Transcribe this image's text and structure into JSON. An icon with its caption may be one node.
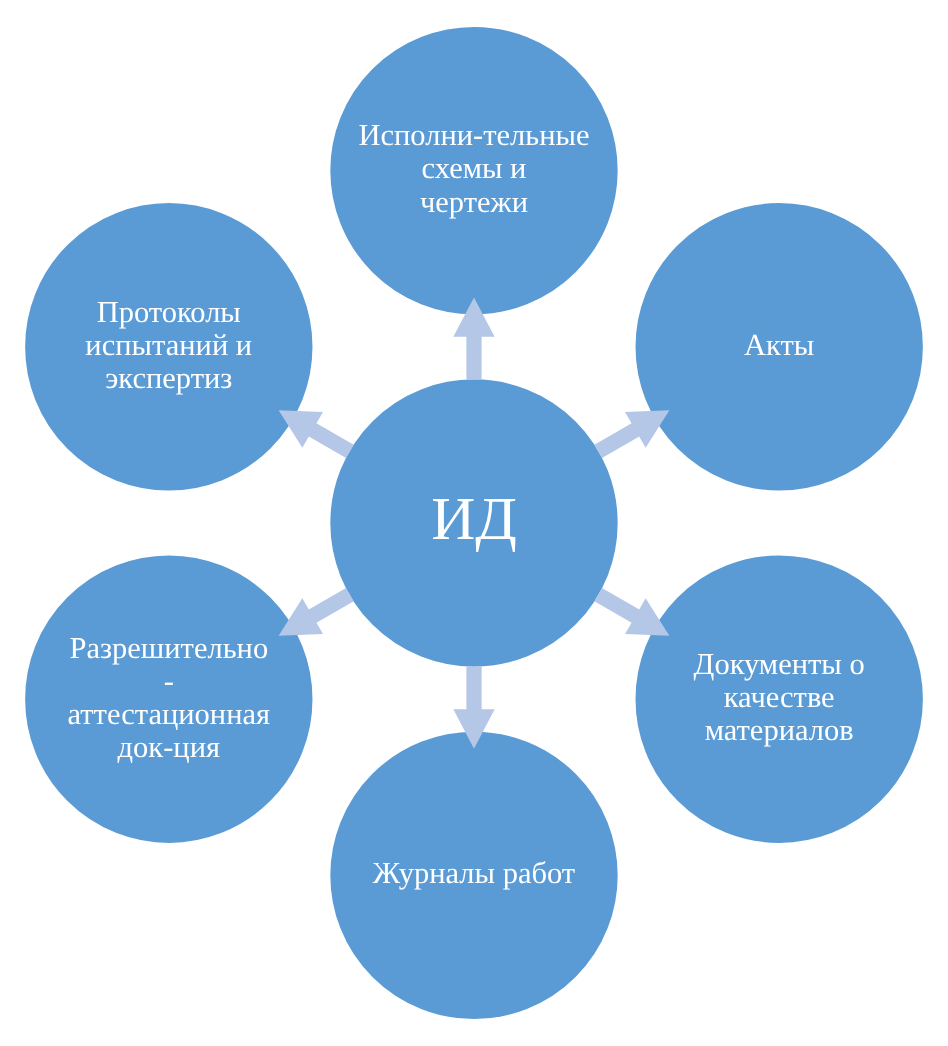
{
  "diagram": {
    "nodes": [
      {
        "text": [
          "ИД"
        ]
      },
      {
        "text": [
          "Акты"
        ]
      },
      {
        "text": [
          "Исполни-тельные схемы и чертежи"
        ]
      },
      {
        "text": [
          "Протоколы испытаний и экспертиз"
        ]
      },
      {
        "text": [
          "Разрешительно - аттестационная док-ция"
        ]
      },
      {
        "text": [
          "Журналы работ"
        ]
      },
      {
        "text": [
          "Документы о качестве материалов"
        ]
      }
    ],
    "edges": [
      {
        "from": 0,
        "to": 1,
        "arrow": "to"
      },
      {
        "from": 0,
        "to": 2,
        "arrow": "to"
      },
      {
        "from": 0,
        "to": 3,
        "arrow": "to"
      },
      {
        "from": 0,
        "to": 4,
        "arrow": "to"
      },
      {
        "from": 0,
        "to": 5,
        "arrow": "to"
      },
      {
        "from": 0,
        "to": 6,
        "arrow": "to"
      }
    ]
  }
}
